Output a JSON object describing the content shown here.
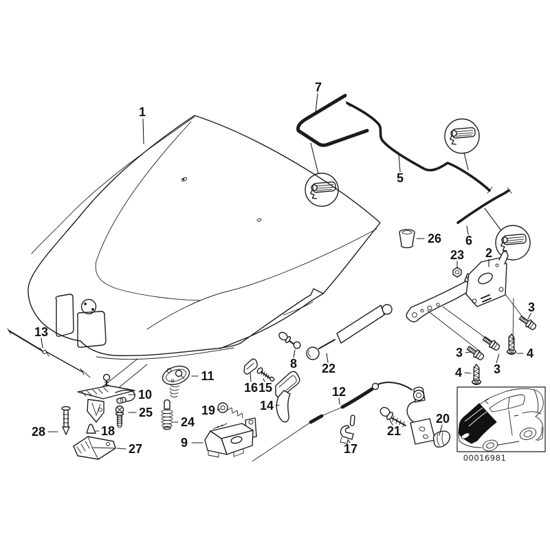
{
  "figure": {
    "type": "exploded-parts-diagram",
    "background_color": "#ffffff",
    "line_color": "#1c1c1c",
    "hood_highlight_color": "#111111"
  },
  "callouts": {
    "p1": "1",
    "p2": "2",
    "p3a": "3",
    "p3b": "3",
    "p3c": "3",
    "p4a": "4",
    "p4b": "4",
    "p5": "5",
    "p6": "6",
    "p7": "7",
    "p8": "8",
    "p9": "9",
    "p10": "10",
    "p11": "11",
    "p12": "12",
    "p13": "13",
    "p14": "14",
    "p15": "15",
    "p16": "16",
    "p17": "17",
    "p18": "18",
    "p19": "19",
    "p20": "20",
    "p21": "21",
    "p22": "22",
    "p23": "23",
    "p24": "24",
    "p25": "25",
    "p26": "26",
    "p27": "27",
    "p28": "28"
  },
  "inset": {
    "part_code": "00016981"
  }
}
